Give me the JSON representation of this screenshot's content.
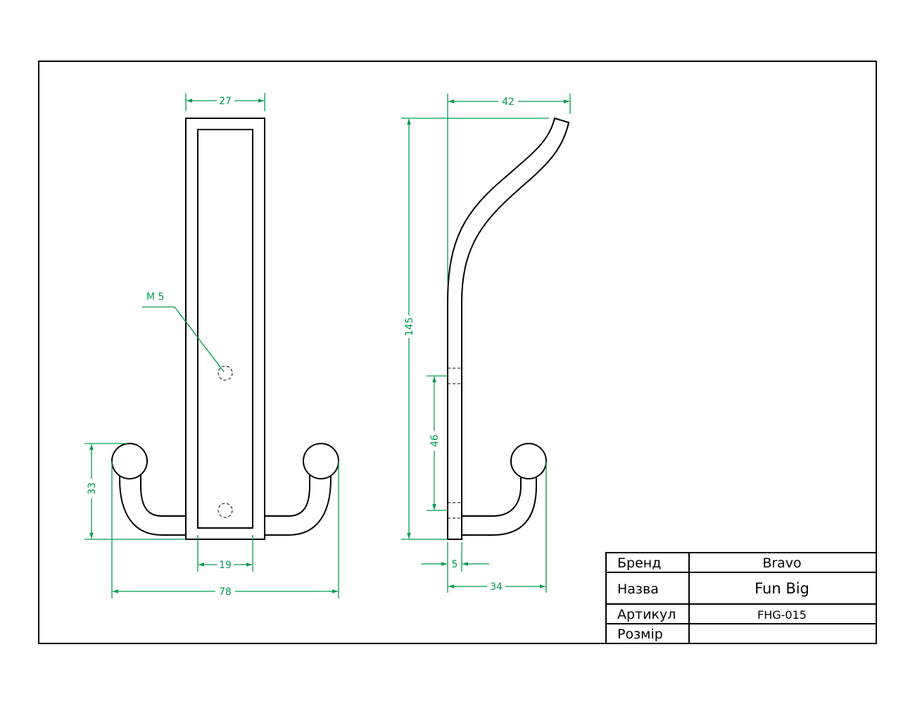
{
  "dimensions": {
    "front_width": "27",
    "front_inner_width": "19",
    "front_overall_width": "78",
    "front_hook_height": "33",
    "thread_callout": "M 5",
    "side_top_offset": "42",
    "side_height": "145",
    "side_hole_spacing": "46",
    "side_thickness": "5",
    "side_hook_depth": "34"
  },
  "title_block": {
    "rows": [
      {
        "label": "Бренд",
        "value": "Bravo"
      },
      {
        "label": "Назва",
        "value": "Fun Big"
      },
      {
        "label": "Артикул",
        "value": "FHG-015"
      },
      {
        "label": "Розмір",
        "value": ""
      }
    ]
  },
  "colors": {
    "dimension": "#009a4e",
    "outline": "#000000"
  }
}
